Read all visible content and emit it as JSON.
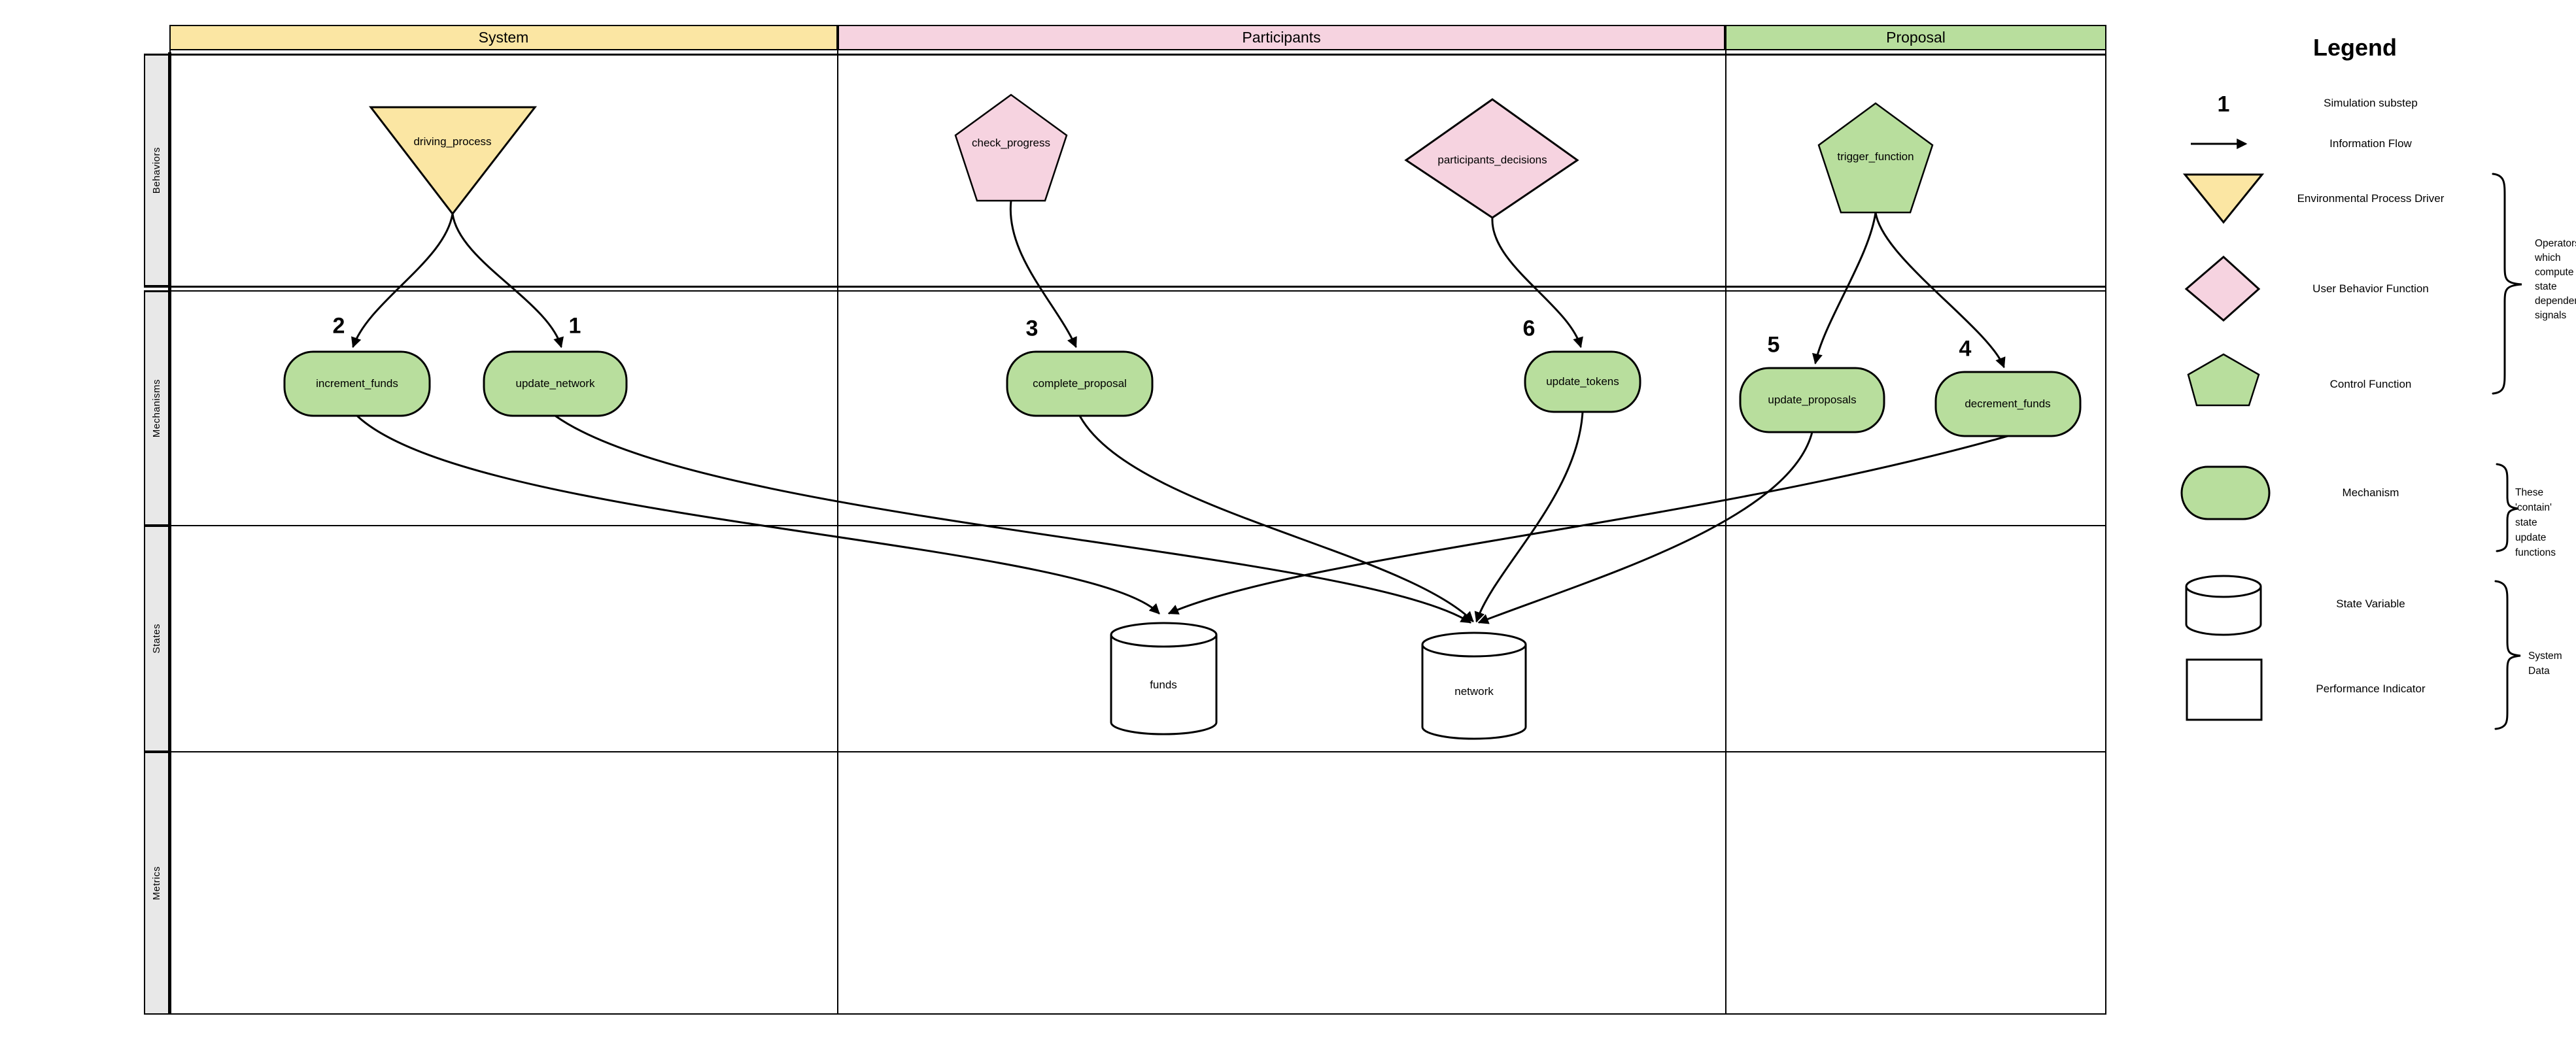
{
  "table": {
    "column_headers": [
      {
        "label": "System",
        "color": "#fbe6a3"
      },
      {
        "label": "Participants",
        "color": "#f6d3e0"
      },
      {
        "label": "Proposal",
        "color": "#b8de9d"
      }
    ],
    "row_headers": [
      "Behaviors",
      "Mechanisms",
      "States",
      "Metrics"
    ]
  },
  "nodes": {
    "driving_process": {
      "label": "driving_process",
      "type": "Environmental Process Driver"
    },
    "check_progress": {
      "label": "check_progress",
      "type": "User Behavior Function"
    },
    "participants_decisions": {
      "label": "participants_decisions",
      "type": "User Behavior Function"
    },
    "trigger_function": {
      "label": "trigger_function",
      "type": "Control Function"
    },
    "increment_funds": {
      "label": "increment_funds",
      "substep": "2",
      "type": "Mechanism"
    },
    "update_network": {
      "label": "update_network",
      "substep": "1",
      "type": "Mechanism"
    },
    "complete_proposal": {
      "label": "complete_proposal",
      "substep": "3",
      "type": "Mechanism"
    },
    "update_tokens": {
      "label": "update_tokens",
      "substep": "6",
      "type": "Mechanism"
    },
    "update_proposals": {
      "label": "update_proposals",
      "substep": "5",
      "type": "Mechanism"
    },
    "decrement_funds": {
      "label": "decrement_funds",
      "substep": "4",
      "type": "Mechanism"
    },
    "funds": {
      "label": "funds",
      "type": "State Variable"
    },
    "network": {
      "label": "network",
      "type": "State Variable"
    }
  },
  "edges": [
    {
      "from": "driving_process",
      "to": "update_network",
      "substep": "1"
    },
    {
      "from": "driving_process",
      "to": "increment_funds",
      "substep": "2"
    },
    {
      "from": "check_progress",
      "to": "complete_proposal",
      "substep": "3"
    },
    {
      "from": "trigger_function",
      "to": "decrement_funds",
      "substep": "4"
    },
    {
      "from": "trigger_function",
      "to": "update_proposals",
      "substep": "5"
    },
    {
      "from": "participants_decisions",
      "to": "update_tokens",
      "substep": "6"
    },
    {
      "from": "increment_funds",
      "to": "funds"
    },
    {
      "from": "decrement_funds",
      "to": "funds"
    },
    {
      "from": "update_network",
      "to": "network"
    },
    {
      "from": "complete_proposal",
      "to": "network"
    },
    {
      "from": "update_tokens",
      "to": "network"
    },
    {
      "from": "update_proposals",
      "to": "network"
    }
  ],
  "legend": {
    "title": "Legend",
    "items": [
      {
        "swatch": "substep-number",
        "sample": "1",
        "label": "Simulation substep"
      },
      {
        "swatch": "arrow",
        "label": "Information Flow"
      },
      {
        "swatch": "triangle-down",
        "label": "Environmental Process Driver"
      },
      {
        "swatch": "diamond",
        "label": "User Behavior Function"
      },
      {
        "swatch": "pentagon",
        "label": "Control Function"
      },
      {
        "swatch": "pill",
        "label": "Mechanism"
      },
      {
        "swatch": "cylinder",
        "label": "State Variable"
      },
      {
        "swatch": "square",
        "label": "Performance Indicator"
      }
    ],
    "annotations": [
      {
        "text": "Operators\nwhich\ncompute\nstate\ndependent\nsignals"
      },
      {
        "text": "These\n'contain'\nstate\nupdate\nfunctions"
      },
      {
        "text": "System\nData"
      }
    ]
  },
  "colors": {
    "environmental": "#fbe6a3",
    "behavior": "#f6d3e0",
    "control_mechanism": "#b8de9d",
    "row_label_bg": "#e8e8e8",
    "stroke": "#000000"
  }
}
